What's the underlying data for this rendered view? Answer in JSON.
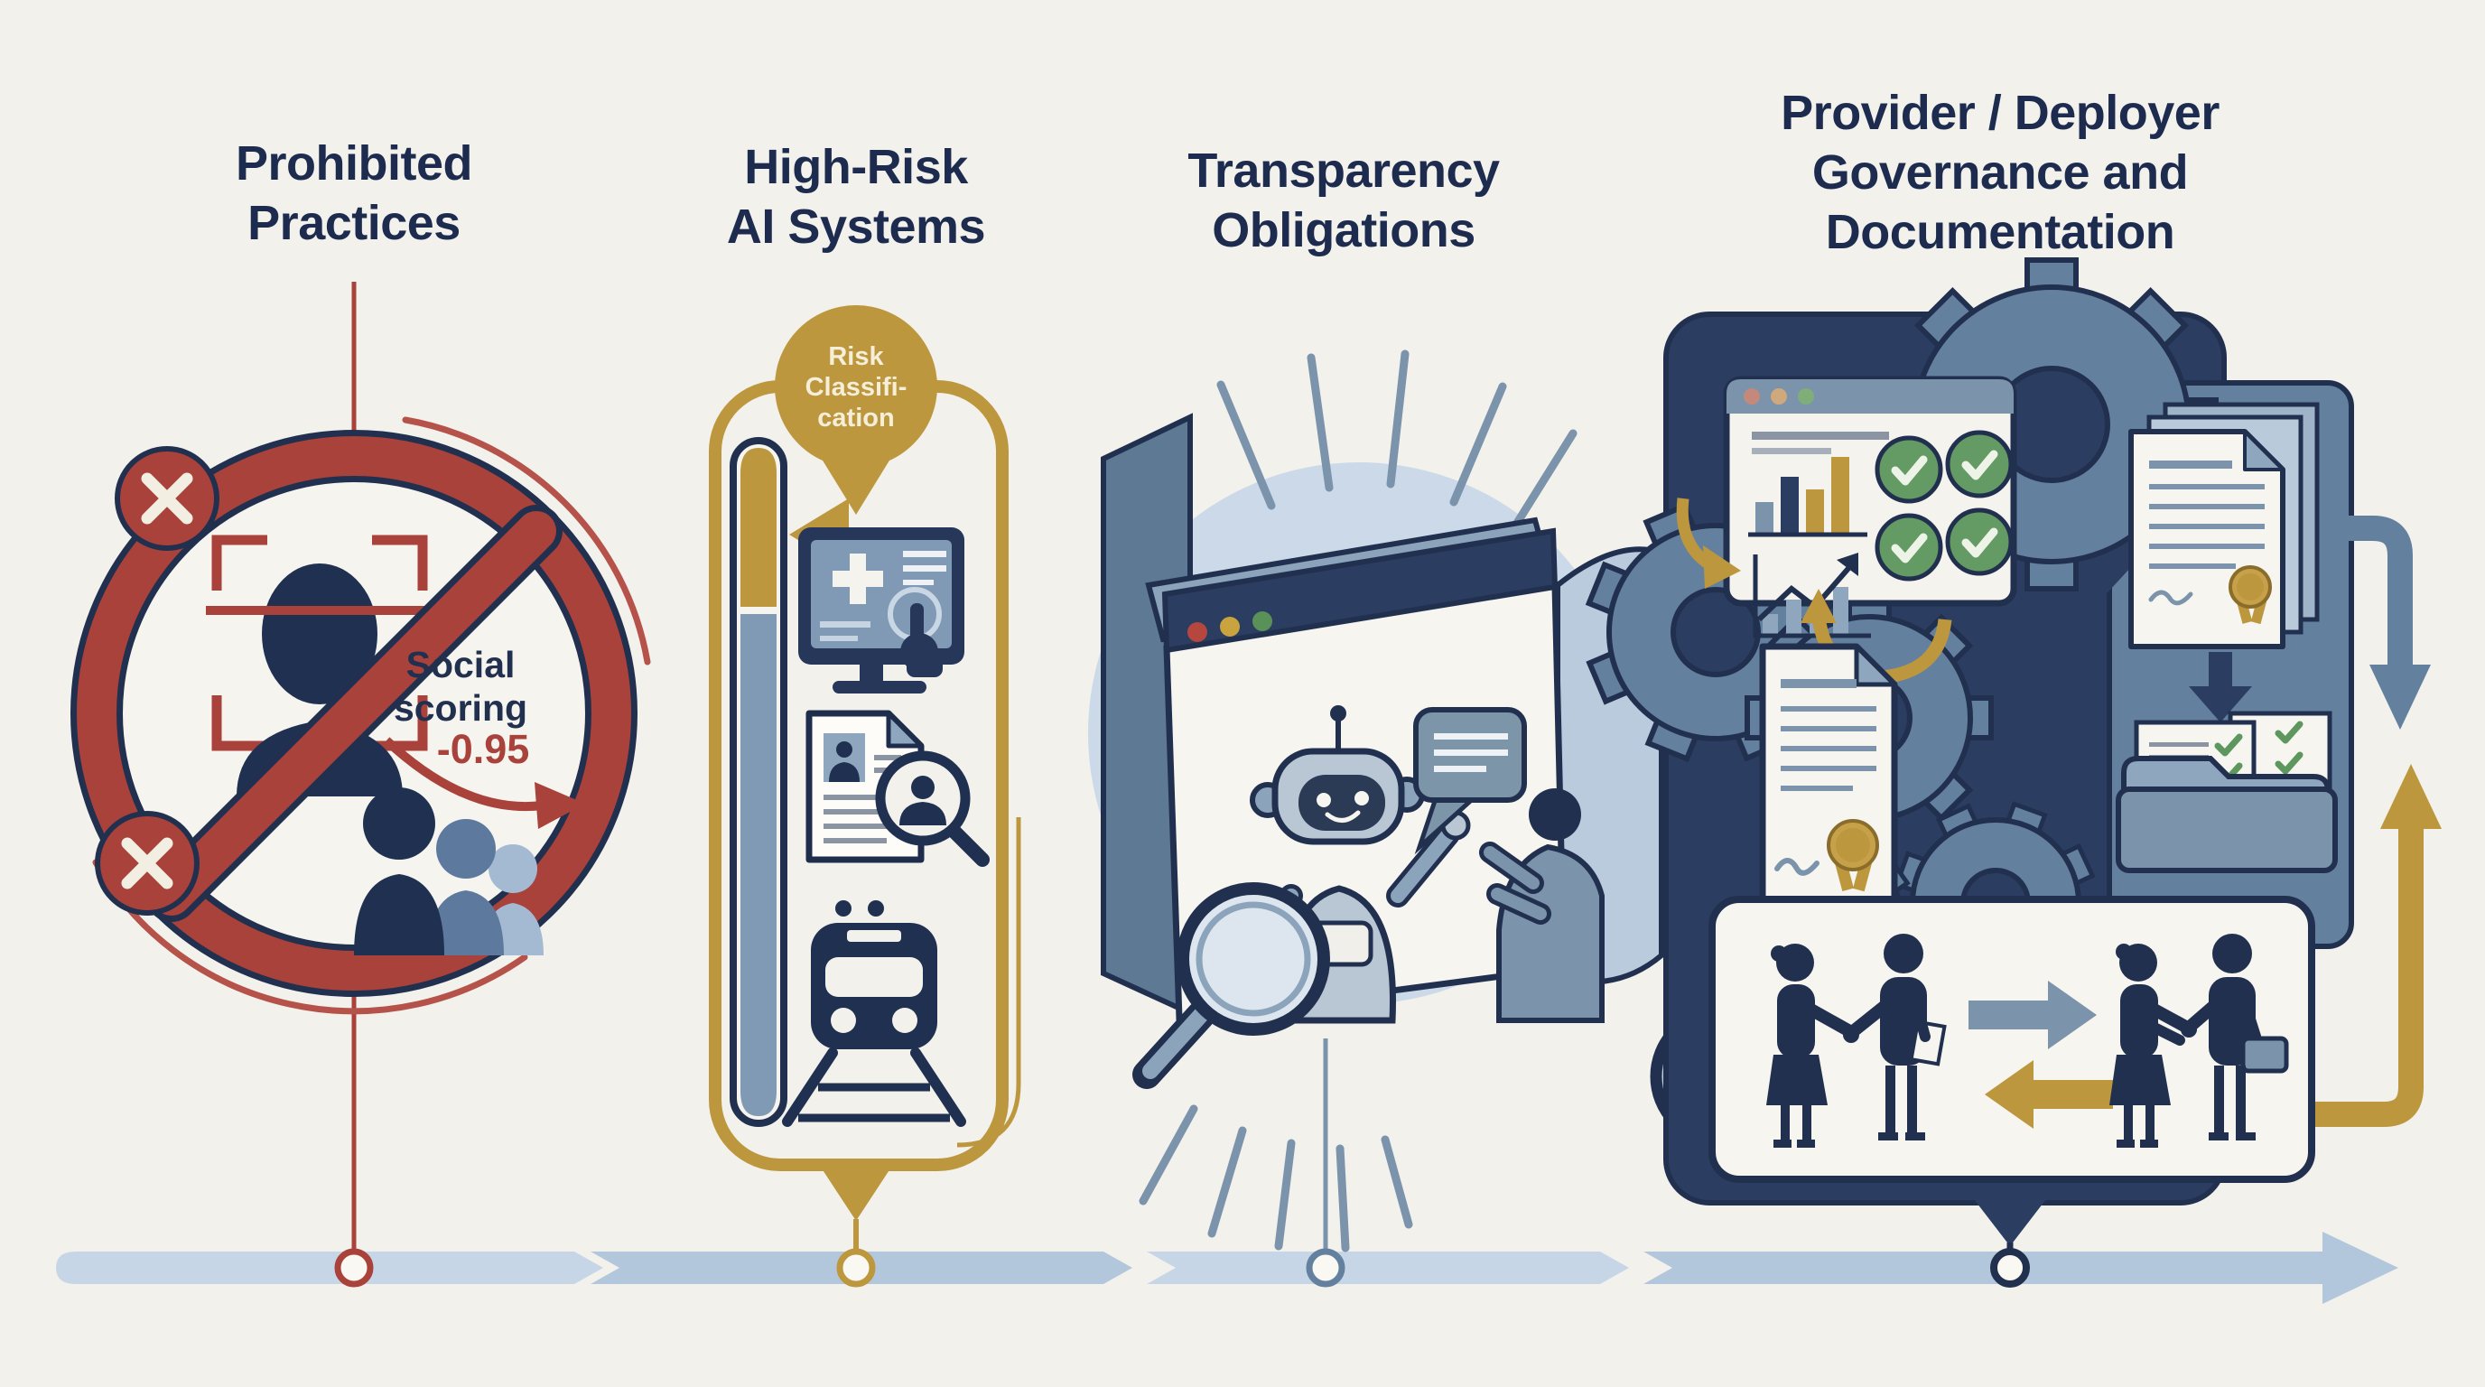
{
  "background": "#f2f1ec",
  "columns": [
    {
      "id": "prohibited-practices",
      "title_lines": [
        "Prohibited",
        "Practices"
      ],
      "accent": "#a8423a",
      "annotation": {
        "lines": [
          "Social",
          "scoring"
        ],
        "score": "-0.95"
      },
      "icons": [
        "prohibition-circle-icon",
        "face-scan-person-icon",
        "x-badge-icon",
        "declining-score-arrow-icon",
        "people-group-icon"
      ]
    },
    {
      "id": "high-risk-ai-systems",
      "title_lines": [
        "High-Risk",
        "AI Systems"
      ],
      "accent": "#bd973e",
      "badge_lines": [
        "Risk",
        "Classifi-",
        "cation"
      ],
      "icons": [
        "risk-gauge-icon",
        "gauge-marker-icon",
        "medical-monitor-icon",
        "cv-document-magnifier-icon",
        "train-icon"
      ]
    },
    {
      "id": "transparency-obligations",
      "title_lines": [
        "Transparency",
        "Obligations"
      ],
      "accent": "#7b93ab",
      "icons": [
        "browser-window-icon",
        "chatbot-robot-icon",
        "speech-bubble-icon",
        "user-silhouette-icon",
        "magnifying-glass-icon",
        "rays-icon"
      ]
    },
    {
      "id": "provider-deployer-governance",
      "title_lines": [
        "Provider / Deployer",
        "Governance and",
        "Documentation"
      ],
      "accent": "#2b3d60",
      "icons": [
        "gear-icon",
        "compliance-dashboard-icon",
        "check-circle-icon",
        "bar-chart-icon",
        "trend-chart-icon",
        "certificate-document-icon",
        "document-stack-icon",
        "folder-icon",
        "cycle-arrows-icon",
        "handshake-icon",
        "exchange-arrows-icon"
      ]
    }
  ],
  "timeline": {
    "direction": "left-to-right",
    "segment_colors": [
      "#c6d6e7",
      "#b3c7dc",
      "#c6d6e7",
      "#b3c7dc"
    ],
    "node_ring_colors": [
      "#a8423a",
      "#bd973e",
      "#64809f",
      "#22304f"
    ]
  },
  "palette": {
    "navy_text": "#1d2b4f",
    "outline_navy": "#22304f",
    "red": "#a8423a",
    "gold": "#bd973e",
    "blue_gray": "#7b93ab",
    "mid_blue": "#64809f",
    "panel_navy": "#2b3d60",
    "paper": "#f6f5f0",
    "green_check": "#649a64",
    "light_blue_circle": "#cbd9e8"
  }
}
